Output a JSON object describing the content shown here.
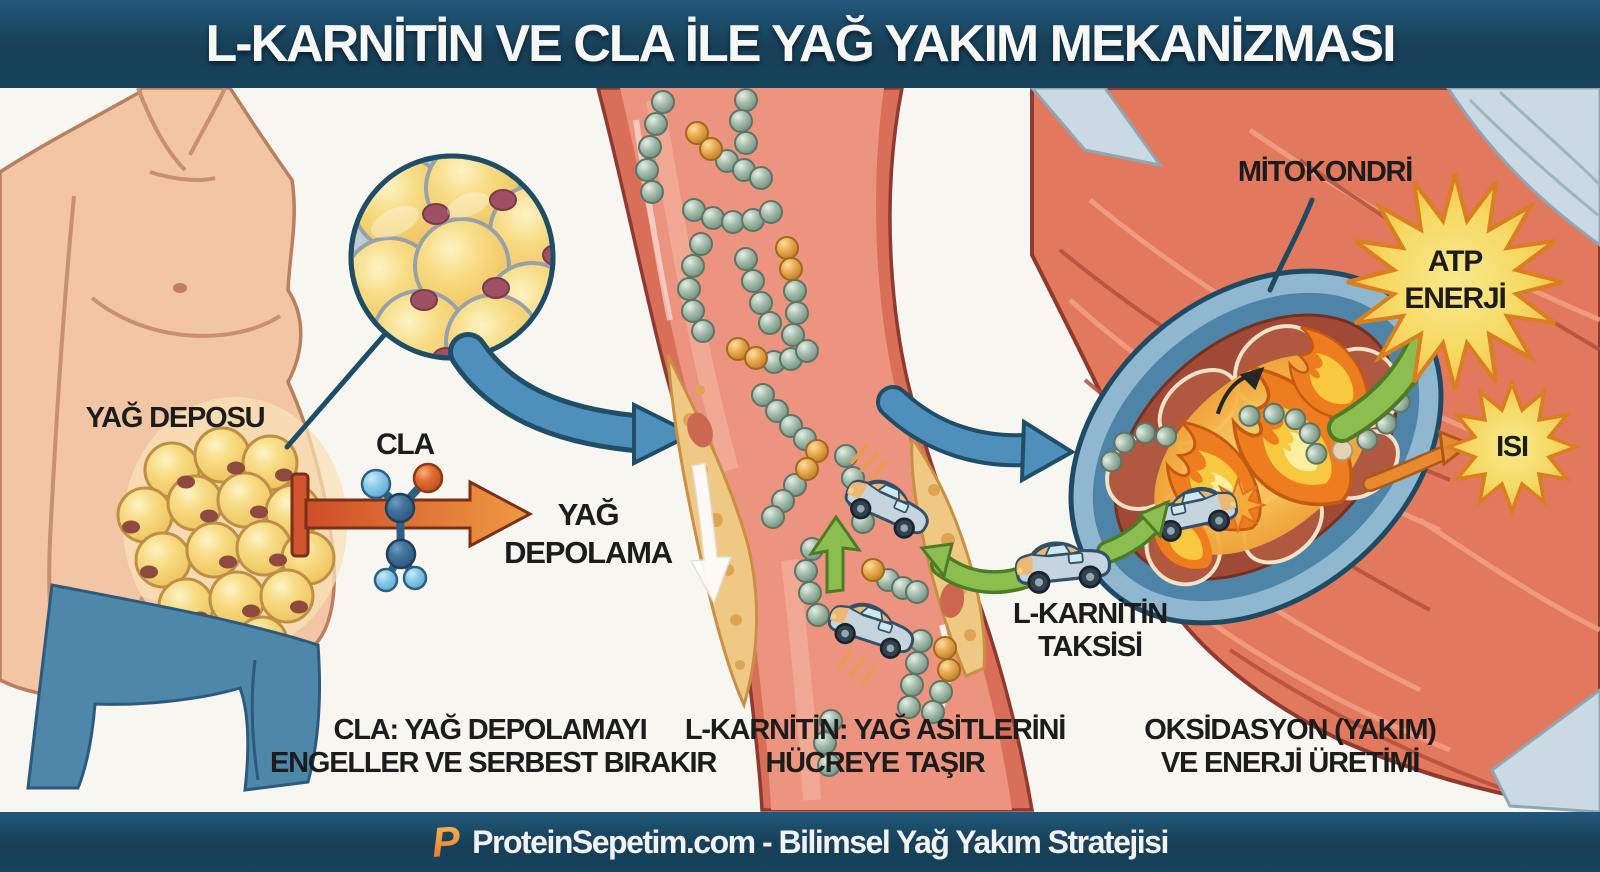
{
  "header": {
    "title": "L-KARNİTİN VE CLA İLE YAĞ YAKIM MEKANİZMASI"
  },
  "labels": {
    "fat_store": "YAĞ DEPOSU",
    "cla": "CLA",
    "fat_storage": [
      "YAĞ",
      "DEPOLAMA"
    ],
    "carnitine_taxi": [
      "L-KARNİTİN",
      "TAKSİSİ"
    ],
    "mitochondria": "MİTOKONDRİ",
    "atp": [
      "ATP",
      "ENERJİ"
    ],
    "heat": "ISI"
  },
  "captions": {
    "cla": [
      "CLA: YAĞ DEPOLAMAYI",
      "ENGELLER VE SERBEST BIRAKIR"
    ],
    "carnitine": [
      "L-KARNİTİN: YAĞ ASİTLERİNİ",
      "HÜCREYE TAŞIR"
    ],
    "oxidation": [
      "OKSİDASYON (YAKIM)",
      "VE ENERJİ ÜRETİMİ"
    ]
  },
  "footer": {
    "logo_letter": "P",
    "text": "ProteinSepetim.com - Bilimsel Yağ Yakım Stratejisi"
  },
  "colors": {
    "banner_blue": "#173F57",
    "background": "#F8F6F1",
    "arrow_blue": "#4E8FBC",
    "arrow_green": "#8CBE4F",
    "arrow_orange": "#E8892F",
    "block_arrow_orange": "#E07433",
    "fat_cell_yellow": "#F7D97B",
    "vessel_red": "#D96F58",
    "muscle_salmon": "#E2785C",
    "mitochondria_blue": "#8FB8D0",
    "star_yellow": "#F6D964",
    "text_black": "#1C1C1C"
  }
}
